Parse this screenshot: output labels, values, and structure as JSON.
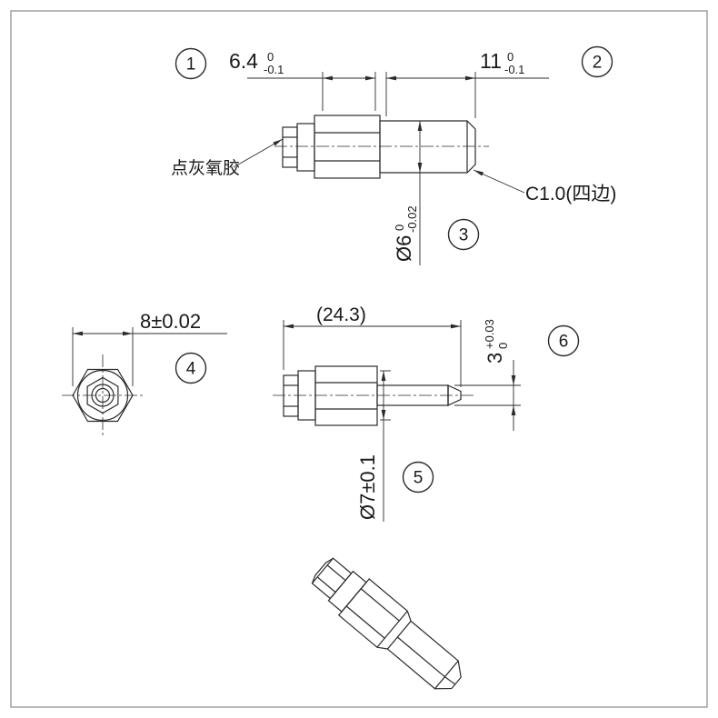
{
  "colors": {
    "line": "#2b2b2b",
    "text": "#1a1a1a",
    "border": "#a0a0a0",
    "bg": "#ffffff"
  },
  "drawing": {
    "balloons": {
      "b1": "1",
      "b2": "2",
      "b3": "3",
      "b4": "4",
      "b5": "5",
      "b6": "6"
    },
    "top_view": {
      "dim_hex_len": {
        "main": "6.4",
        "tol_up": "0",
        "tol_low": "-0.1"
      },
      "dim_shaft_len": {
        "main": "11",
        "tol_up": "0",
        "tol_low": "-0.1"
      },
      "dim_shaft_dia": {
        "main": "Ø6",
        "tol_up": "0",
        "tol_low": "-0.02"
      },
      "glue_note": "点灰氧胶",
      "chamfer_note": "C1.0(四边)"
    },
    "end_view": {
      "dim_across_flats": "8±0.02"
    },
    "side_view": {
      "dim_overall": "(24.3)",
      "dim_tip": {
        "main": "3",
        "tol_up": "+0.03",
        "tol_low": "0"
      },
      "dim_body_dia": "Ø7±0.1"
    }
  }
}
